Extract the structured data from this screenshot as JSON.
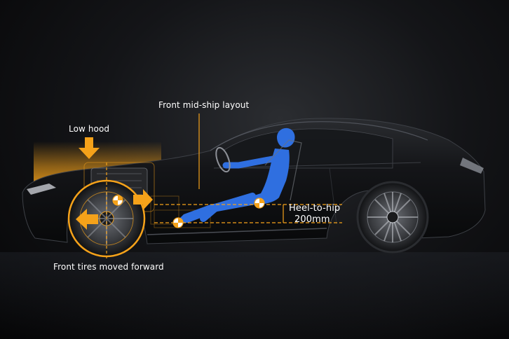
{
  "labels": {
    "low_hood": "Low hood",
    "front_midship": "Front mid-ship layout",
    "heel_to_hip_title": "Heel-to-hip",
    "heel_to_hip_value": "200mm",
    "front_tires": "Front tires moved forward"
  },
  "colors": {
    "accent": "#f5a21a",
    "seat_figure": "#2f6fe0",
    "car_body": "#111214",
    "background": "#0b0c0e"
  },
  "icons": {
    "down_arrow": "down-arrow-icon",
    "left_arrow": "left-arrow-icon",
    "right_arrow": "right-arrow-icon",
    "cg_marker": "center-of-gravity-icon"
  }
}
